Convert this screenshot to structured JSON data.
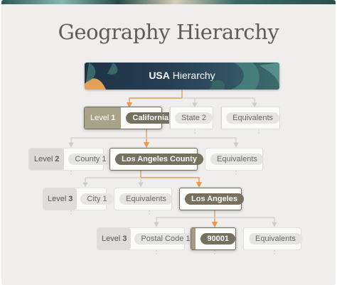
{
  "title": "Geography Hierarchy",
  "banner": {
    "bold": "USA",
    "rest": "Hierarchy"
  },
  "rows": [
    {
      "level_prefix": "Level",
      "level_num": "1",
      "nodes": [
        "California",
        "State 2",
        "Equivalents"
      ]
    },
    {
      "level_prefix": "Level",
      "level_num": "2",
      "nodes": [
        "County 1",
        "Los Angeles County",
        "Equivalents"
      ]
    },
    {
      "level_prefix": "Level",
      "level_num": "3",
      "nodes": [
        "City 1",
        "Equivalents",
        "Los Angeles"
      ]
    },
    {
      "level_prefix": "Level",
      "level_num": "3",
      "nodes": [
        "Postal Code 1",
        "90001",
        "Equivalents"
      ]
    }
  ],
  "colors": {
    "accent_path": "#e69a52",
    "selected_pill": "#76705f",
    "level1_badge": "#a8a388"
  }
}
